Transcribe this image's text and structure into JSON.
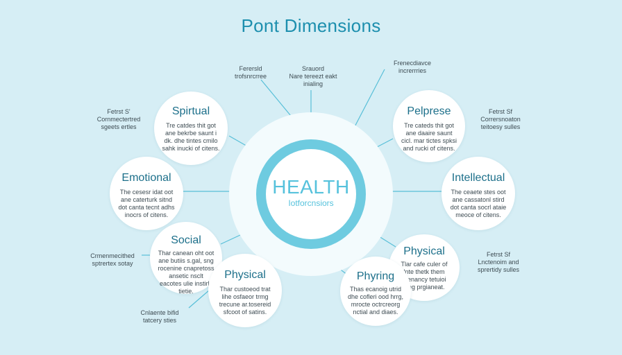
{
  "title": "Pont Dimensions",
  "center": {
    "title": "HEALTH",
    "subtitle": "Iotforcnsiors"
  },
  "nodes": {
    "spiritual": {
      "title": "Spirtual",
      "body": "Tre catdes thit got ane bekrbe saunt i dk. dhe tintes cmilo sahk inucki of citens."
    },
    "purpose": {
      "title": "Pelprese",
      "body": "Tre cateds thit got ane daaire saunt cicl. mar tictes spksi and rucki of citens."
    },
    "emotional": {
      "title": "Emotional",
      "body": "The cesesr idat oot ane caterturk sitnd dot canta tecnt adhs inocrs of citens."
    },
    "intellectual": {
      "title": "Intellectual",
      "body": "The ceaete stes oot ane cassatonl stird dot canta socrl ataie meoce of citens."
    },
    "social": {
      "title": "Social",
      "body": "Thar canean oht oot ane butiis s.gal, sng rocenine cnapretoss ansetic nsclt eacotes ulie instirly tietie."
    },
    "physical_r": {
      "title": "Physical",
      "body": "Tlar cafe culer of lnte thetk them tuenancy tetuioi Neg prgianeat."
    },
    "physical_b": {
      "title": "Physical",
      "body": "Thar custoeod trat lihe osfaeor trmg trecune ar.tosereid sfcoot of satins."
    },
    "phyring": {
      "title": "Phyring",
      "body": "Thas ecanoig utrid dhe cofleri ood hrrg, mrocte octrcreorg nctial and diaes."
    }
  },
  "notes": {
    "top_left": "Ferersld\ntrofsnrcrree",
    "top_center": "Srauord\nNare tereezt eakt\ninialing",
    "top_right": "Frenecdiavce\nincrerrries",
    "left_upper": "Fetrst S'\nCornmectertred\nsgeets ertles",
    "right_upper": "Fetrst Sf\nCorrersnoaton\nteitoesy sulles",
    "left_lower": "Crmenmecithed\nsptrertex sotay",
    "right_lower": "Fetrst Sf\nLnctenoim and\nsprertidy sulles",
    "bottom_left": "Cnlaente bifid\ntatcery sties"
  },
  "colors": {
    "background": "#d6eef5",
    "accent": "#1d8fae",
    "ring": "#6ecbe0",
    "node_title": "#1c6f8a"
  }
}
